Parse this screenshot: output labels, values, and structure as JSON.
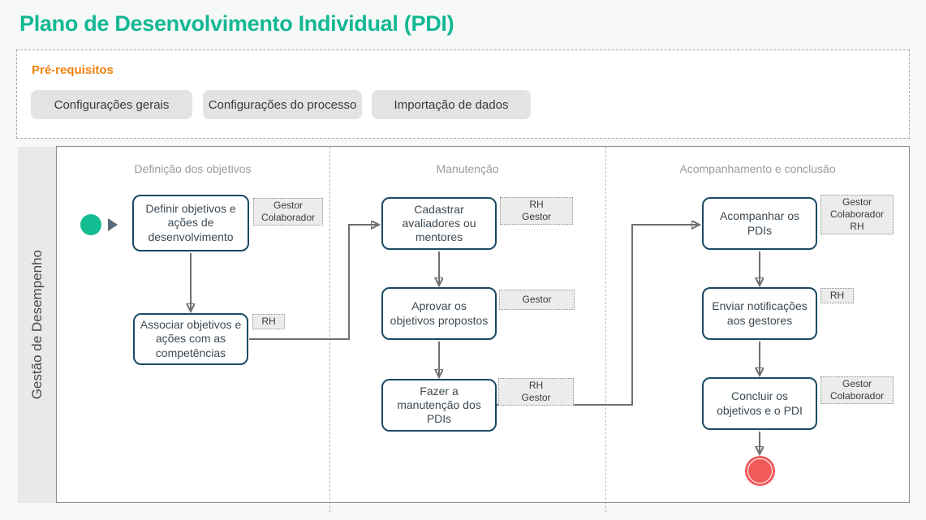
{
  "header": {
    "title": "Plano de Desenvolvimento Individual (PDI)"
  },
  "prerequisites": {
    "label": "Pré-requisitos",
    "buttons": [
      "Configurações gerais",
      "Configurações do processo",
      "Importação de dados"
    ]
  },
  "diagram": {
    "lane_label": "Gestão de Desempenho",
    "columns": [
      {
        "header": "Definição dos objetivos"
      },
      {
        "header": "Manutenção"
      },
      {
        "header": "Acompanhamento e conclusão"
      }
    ],
    "nodes": [
      {
        "label": "Definir objetivos e ações de desenvolvimento",
        "tag": "Gestor\nColaborador",
        "column": "Definição dos objetivos"
      },
      {
        "label": "Associar objetivos e ações com as competências",
        "tag": "RH",
        "column": "Definição dos objetivos"
      },
      {
        "label": "Cadastrar avaliadores ou mentores",
        "tag": "RH\nGestor",
        "column": "Manutenção"
      },
      {
        "label": "Aprovar os objetivos propostos",
        "tag": "Gestor",
        "column": "Manutenção"
      },
      {
        "label": "Fazer a manutenção dos PDIs",
        "tag": "RH\nGestor",
        "column": "Manutenção"
      },
      {
        "label": "Acompanhar os PDIs",
        "tag": "Gestor\nColaborador\nRH",
        "column": "Acompanhamento e conclusão"
      },
      {
        "label": "Enviar notificações aos gestores",
        "tag": "RH",
        "column": "Acompanhamento e conclusão"
      },
      {
        "label": "Concluir os objetivos e o PDI",
        "tag": "Gestor\nColaborador",
        "column": "Acompanhamento e conclusão"
      }
    ],
    "events": {
      "start": "start-event",
      "end": "end-event"
    },
    "flow_order": [
      "Definir objetivos e ações de desenvolvimento",
      "Associar objetivos e ações com as competências",
      "Cadastrar avaliadores ou mentores",
      "Aprovar os objetivos propostos",
      "Fazer a manutenção dos PDIs",
      "Acompanhar os PDIs",
      "Enviar notificações aos gestores",
      "Concluir os objetivos e o PDI"
    ]
  },
  "colors": {
    "title_green": "#12b893",
    "accent_orange": "#f0820f",
    "node_border": "#1a4a63",
    "start_event_green": "#15bd92",
    "end_event_red": "#f15a5a",
    "connector_gray": "#6f6f6f",
    "lane_band_gray": "#e9e9e9",
    "button_gray": "#e3e3e3"
  }
}
